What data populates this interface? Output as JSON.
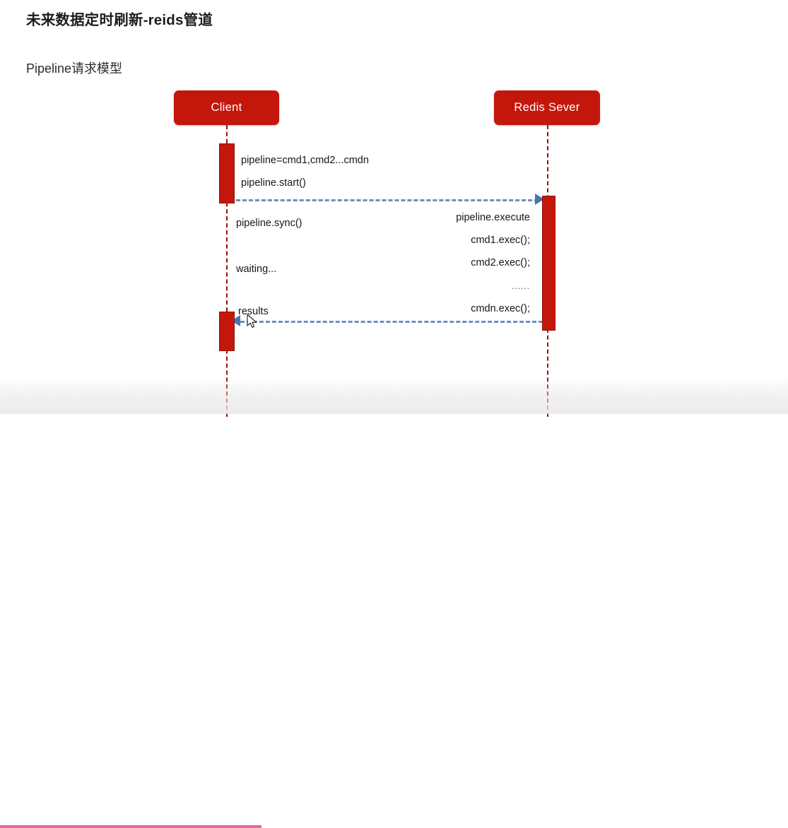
{
  "page": {
    "title": "未来数据定时刷新-reids管道",
    "subtitle": "Pipeline请求模型"
  },
  "colors": {
    "actor_red": "#c4170b",
    "lifeline_red": "#9c1006",
    "message_blue": "#6d8fc0",
    "arrowhead_blue": "#4a74ad",
    "progress_pink": "#e8699c",
    "background": "#ffffff"
  },
  "diagram": {
    "type": "sequence-diagram",
    "actors": [
      {
        "id": "client",
        "label": "Client"
      },
      {
        "id": "server",
        "label": "Redis Sever"
      }
    ],
    "messages": [
      {
        "id": "request",
        "from": "client",
        "to": "server",
        "style": "dashed",
        "direction": "right",
        "labels": [
          "pipeline=cmd1,cmd2...cmdn",
          "pipeline.start()"
        ]
      },
      {
        "id": "response",
        "from": "server",
        "to": "client",
        "style": "dashed",
        "direction": "left",
        "labels": [
          "results"
        ]
      }
    ],
    "client_notes": [
      "pipeline=cmd1,cmd2...cmdn",
      "pipeline.start()",
      "pipeline.sync()",
      "waiting...",
      "results"
    ],
    "server_notes": [
      "pipeline.execute",
      "cmd1.exec();",
      "cmd2.exec();",
      "......",
      "cmdn.exec();"
    ]
  },
  "notes": {
    "pipeline_def": "pipeline=cmd1,cmd2...cmdn",
    "pipeline_start": "pipeline.start()",
    "pipeline_sync": "pipeline.sync()",
    "waiting": "waiting...",
    "results": "results",
    "execute": "pipeline.execute",
    "cmd1": "cmd1.exec();",
    "cmd2": "cmd2.exec();",
    "dots": "......",
    "cmdn": "cmdn.exec();"
  },
  "player": {
    "progress_percent": 33.2
  }
}
